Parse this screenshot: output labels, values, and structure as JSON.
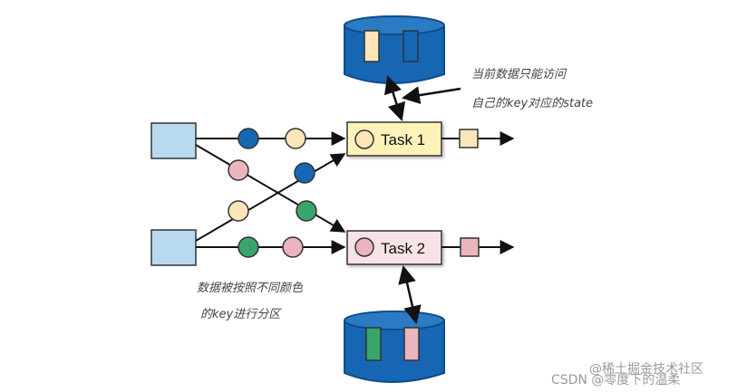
{
  "tasks": [
    {
      "label": "Task 1"
    },
    {
      "label": "Task 2"
    }
  ],
  "annotations": {
    "state_note_line1": "当前数据只能访问",
    "state_note_line2": "自己的key对应的state",
    "partition_note_line1": "数据被按照不同颜色",
    "partition_note_line2": "的key进行分区"
  },
  "watermark": {
    "line1": "@稀土掘金技术社区",
    "line2": "CSDN @零度下的温柔"
  },
  "colors": {
    "blue": "#1567b3",
    "peach": "#fce5b8",
    "pink": "#eab5be",
    "green": "#3aa56a",
    "source_box": "#b9d9ef",
    "task1_fill": "#fdf3b8",
    "task2_fill": "#f7e3e6",
    "db_blue": "#1666b4",
    "arrow": "#111111"
  }
}
